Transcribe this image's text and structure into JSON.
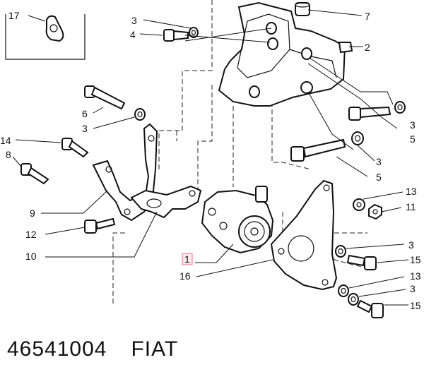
{
  "callouts": [
    {
      "id": "c17",
      "text": "17"
    },
    {
      "id": "c3a",
      "text": "3"
    },
    {
      "id": "c4",
      "text": "4"
    },
    {
      "id": "c7",
      "text": "7"
    },
    {
      "id": "c2",
      "text": "2"
    },
    {
      "id": "c6",
      "text": "6"
    },
    {
      "id": "c3b",
      "text": "3"
    },
    {
      "id": "c3c",
      "text": "3"
    },
    {
      "id": "c5a",
      "text": "5"
    },
    {
      "id": "c14",
      "text": "14"
    },
    {
      "id": "c8",
      "text": "8"
    },
    {
      "id": "c3d",
      "text": "3"
    },
    {
      "id": "c5b",
      "text": "5"
    },
    {
      "id": "c13a",
      "text": "13"
    },
    {
      "id": "c11",
      "text": "11"
    },
    {
      "id": "c9",
      "text": "9"
    },
    {
      "id": "c12",
      "text": "12"
    },
    {
      "id": "c10",
      "text": "10"
    },
    {
      "id": "c1",
      "text": "1"
    },
    {
      "id": "c3e",
      "text": "3"
    },
    {
      "id": "c15a",
      "text": "15"
    },
    {
      "id": "c16",
      "text": "16"
    },
    {
      "id": "c13b",
      "text": "13"
    },
    {
      "id": "c3f",
      "text": "3"
    },
    {
      "id": "c15b",
      "text": "15"
    }
  ],
  "footer": {
    "part_number": "46541004",
    "brand": "FIAT"
  }
}
